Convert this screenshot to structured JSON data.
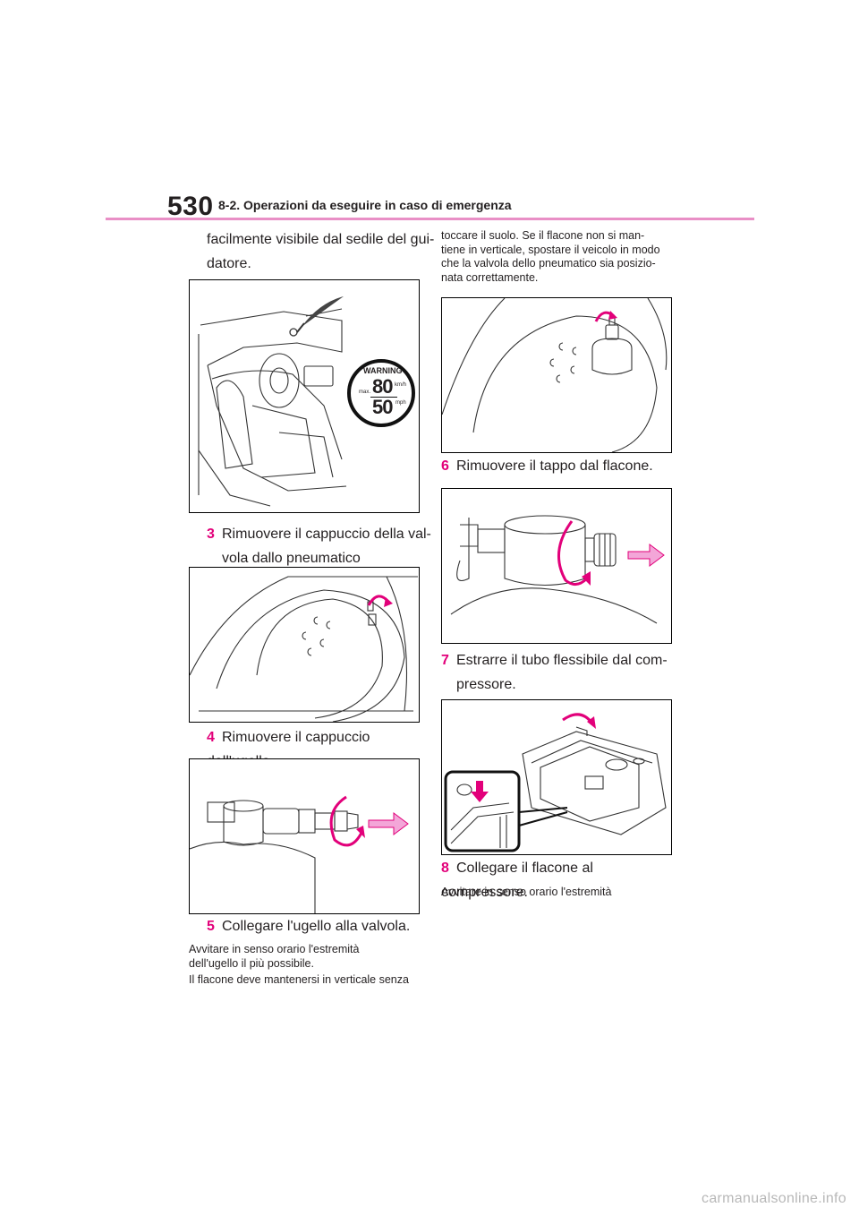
{
  "header": {
    "page_number": "530",
    "section_title": "8-2. Operazioni da eseguire in caso di emergenza"
  },
  "left": {
    "lead_line1": "facilmente visibile dal sedile del gui-",
    "lead_line2": "datore.",
    "step3": {
      "num": "3",
      "line1": "Rimuovere il cappuccio della val-",
      "line2": "vola dallo pneumatico danneggiato."
    },
    "step4": {
      "num": "4",
      "line1": "Rimuovere il cappuccio dall'ugello."
    },
    "step5": {
      "num": "5",
      "line1": "Collegare l'ugello alla valvola."
    },
    "note1_line1": "Avvitare in senso orario l'estremità",
    "note1_line2": "dell'ugello il più possibile.",
    "note2_line1": "Il flacone deve mantenersi in verticale senza"
  },
  "right": {
    "cont_line1": "toccare il suolo. Se il flacone non si man-",
    "cont_line2": "tiene in verticale, spostare il veicolo in modo",
    "cont_line3": "che la valvola dello pneumatico sia posizio-",
    "cont_line4": "nata correttamente.",
    "step6": {
      "num": "6",
      "line1": "Rimuovere il tappo dal flacone."
    },
    "step7": {
      "num": "7",
      "line1": "Estrarre il tubo flessibile dal com-",
      "line2": "pressore."
    },
    "step8": {
      "num": "8",
      "line1": "Collegare il flacone al compressore."
    },
    "note3_line1": "Avvitare in senso orario l'estremità"
  },
  "sticker": {
    "warning": "WARNING",
    "speed_kmh": "80",
    "speed_mph": "50",
    "unit_kmh": "km/h",
    "unit_mph": "mph",
    "max": "max."
  },
  "footer": {
    "watermark": "carmanualsonline.info"
  },
  "colors": {
    "accent": "#e2007a",
    "rule": "#e98fc6",
    "arrow": "#f3a6d8"
  }
}
